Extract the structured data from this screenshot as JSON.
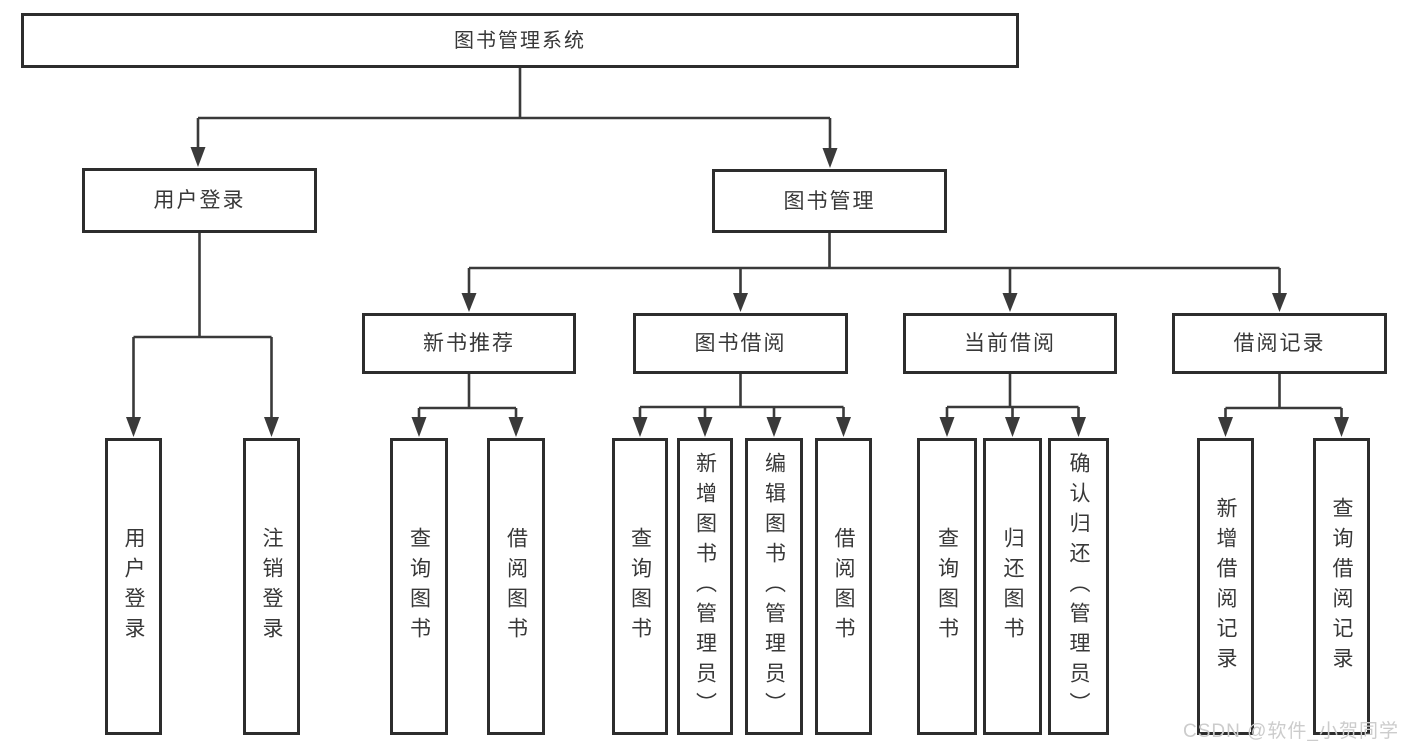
{
  "title": "图书管理系统",
  "level2": [
    {
      "label": "用户登录"
    },
    {
      "label": "图书管理"
    }
  ],
  "level3": [
    {
      "label": "新书推荐",
      "parent": "图书管理"
    },
    {
      "label": "图书借阅",
      "parent": "图书管理"
    },
    {
      "label": "当前借阅",
      "parent": "图书管理"
    },
    {
      "label": "借阅记录",
      "parent": "图书管理"
    }
  ],
  "leaves": [
    {
      "label": "用户登录",
      "parent": "用户登录"
    },
    {
      "label": "注销登录",
      "parent": "用户登录"
    },
    {
      "label": "查询图书",
      "parent": "新书推荐"
    },
    {
      "label": "借阅图书",
      "parent": "新书推荐"
    },
    {
      "label": "查询图书",
      "parent": "图书借阅"
    },
    {
      "label": "新增图书（管理员）",
      "parent": "图书借阅"
    },
    {
      "label": "编辑图书（管理员）",
      "parent": "图书借阅"
    },
    {
      "label": "借阅图书",
      "parent": "图书借阅"
    },
    {
      "label": "查询图书",
      "parent": "当前借阅"
    },
    {
      "label": "归还图书",
      "parent": "当前借阅"
    },
    {
      "label": "确认归还（管理员）",
      "parent": "当前借阅"
    },
    {
      "label": "新增借阅记录",
      "parent": "借阅记录"
    },
    {
      "label": "查询借阅记录",
      "parent": "借阅记录"
    }
  ],
  "hierarchy": {
    "图书管理系统": {
      "用户登录": [
        "用户登录",
        "注销登录"
      ],
      "图书管理": {
        "新书推荐": [
          "查询图书",
          "借阅图书"
        ],
        "图书借阅": [
          "查询图书",
          "新增图书（管理员）",
          "编辑图书（管理员）",
          "借阅图书"
        ],
        "当前借阅": [
          "查询图书",
          "归还图书",
          "确认归还（管理员）"
        ],
        "借阅记录": [
          "新增借阅记录",
          "查询借阅记录"
        ]
      }
    }
  },
  "watermark": "CSDN @软件_小贺同学",
  "colors": {
    "line": "#3a3a3a",
    "box_border": "#2d2d2d",
    "text": "#383838",
    "background": "#ffffff",
    "watermark": "#cccccc"
  }
}
